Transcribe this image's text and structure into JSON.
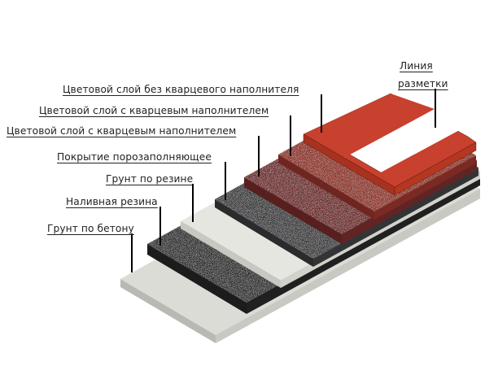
{
  "labels": {
    "marking_line_1": "Линия",
    "marking_line_2": "разметки",
    "color_no_quartz": "Цветовой слой без кварцевого наполнителя",
    "color_quartz_1": "Цветовой слой с кварцевым наполнителем",
    "color_quartz_2": "Цветовой слой с кварцевым наполнителем",
    "pore_filler": "Покрытие порозаполняющее",
    "rubber_primer": "Грунт по резине",
    "poured_rubber": "Наливная резина",
    "concrete_primer": "Грунт по бетону"
  },
  "colors": {
    "concrete": "#dcdcd6",
    "rubber": "#2a2a2a",
    "primer": "#e6e6e0",
    "pore": "#3a3b3d",
    "quartz_dark": "#6e2a2a",
    "quartz_red": "#8e3328",
    "top_red": "#c8402e"
  }
}
